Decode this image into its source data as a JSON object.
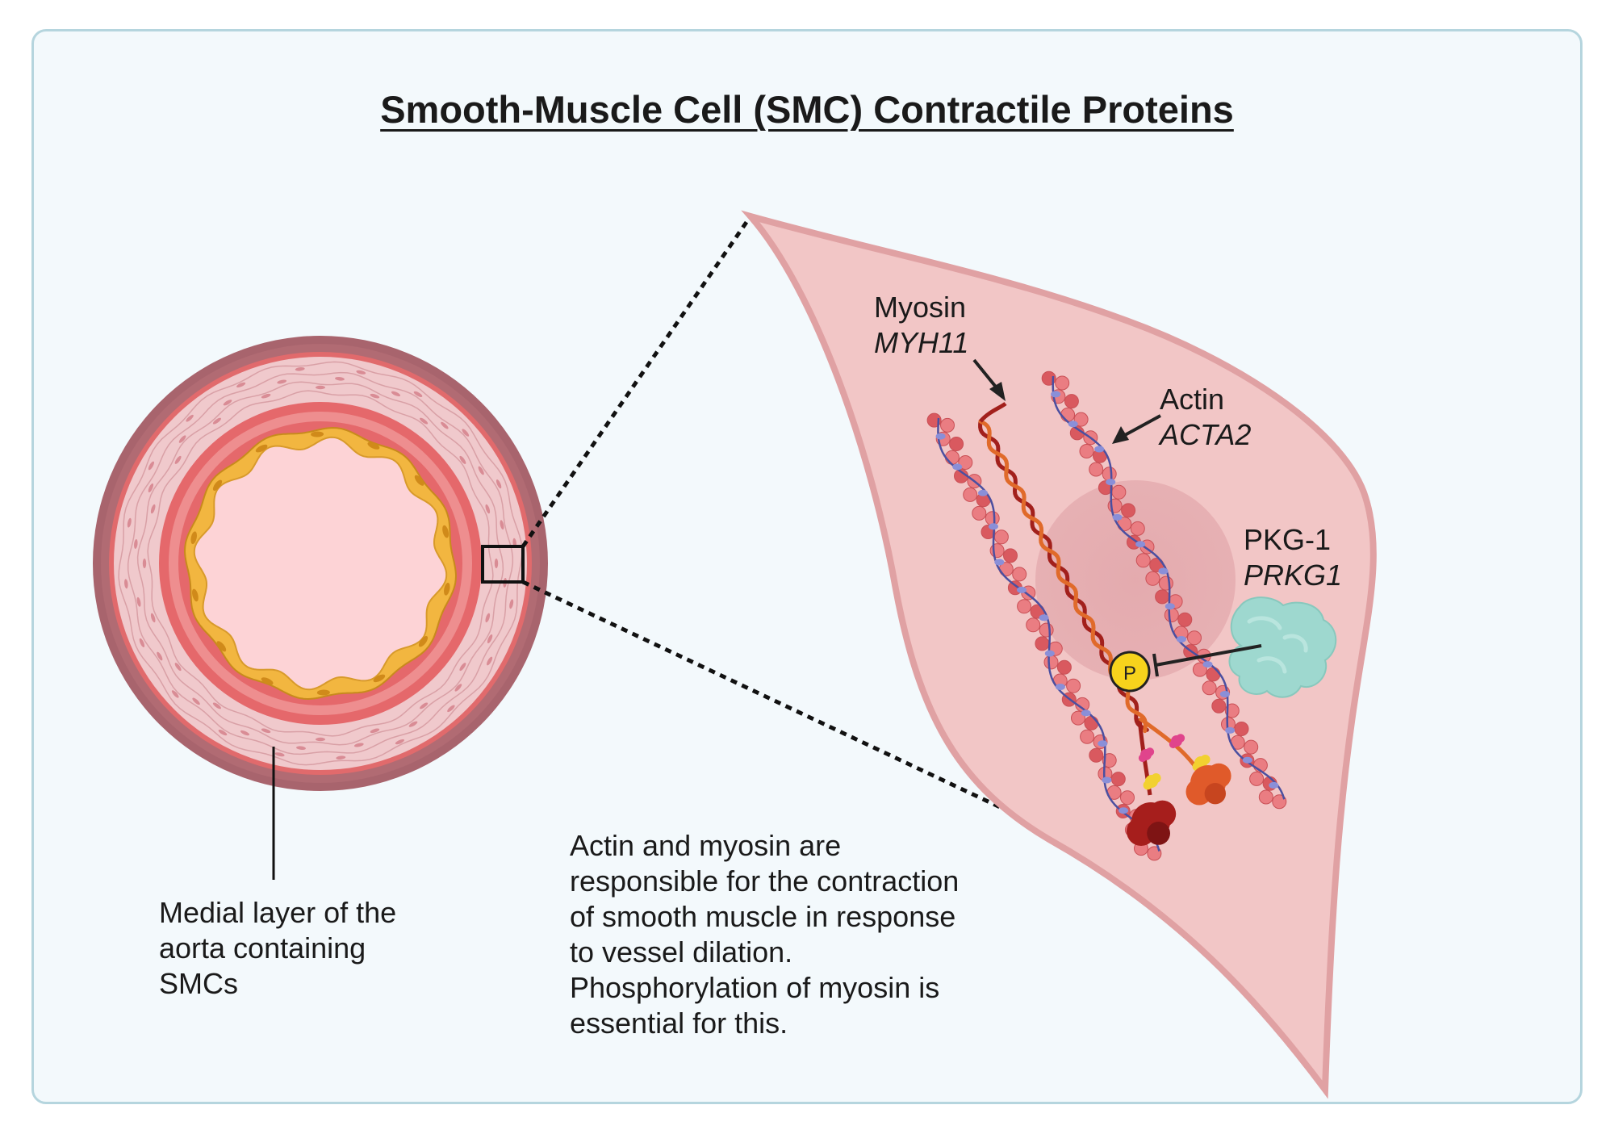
{
  "title": "Smooth-Muscle Cell (SMC) Contractile Proteins",
  "labels": {
    "myosin": {
      "name": "Myosin",
      "gene": "MYH11"
    },
    "actin": {
      "name": "Actin",
      "gene": "ACTA2"
    },
    "pkg": {
      "name": "PKG-1",
      "gene": "PRKG1"
    },
    "phospho": "P"
  },
  "medial_caption": [
    "Medial layer of the",
    "aorta containing",
    "SMCs"
  ],
  "description": [
    "Actin and myosin are",
    "responsible for the contraction",
    "of smooth muscle in response",
    "to vessel dilation.",
    "Phosphorylation of myosin is",
    "essential for this."
  ],
  "colors": {
    "panel_bg": "#f3f9fc",
    "panel_border": "#b5d5de",
    "cell_fill": "#f2c6c6",
    "cell_edge": "#e0a1a3",
    "adventitia": "#a8646d",
    "media": "#f0c9cc",
    "intima_red": "#e66a6c",
    "endothelium": "#f2b640",
    "lumen": "#fdd3d6",
    "actin_bead": "#e8757b",
    "tropomyosin": "#4b4fa0",
    "myosin": "#d9532b",
    "pkg": "#9ed8cf",
    "phospho": "#f7d31c"
  }
}
